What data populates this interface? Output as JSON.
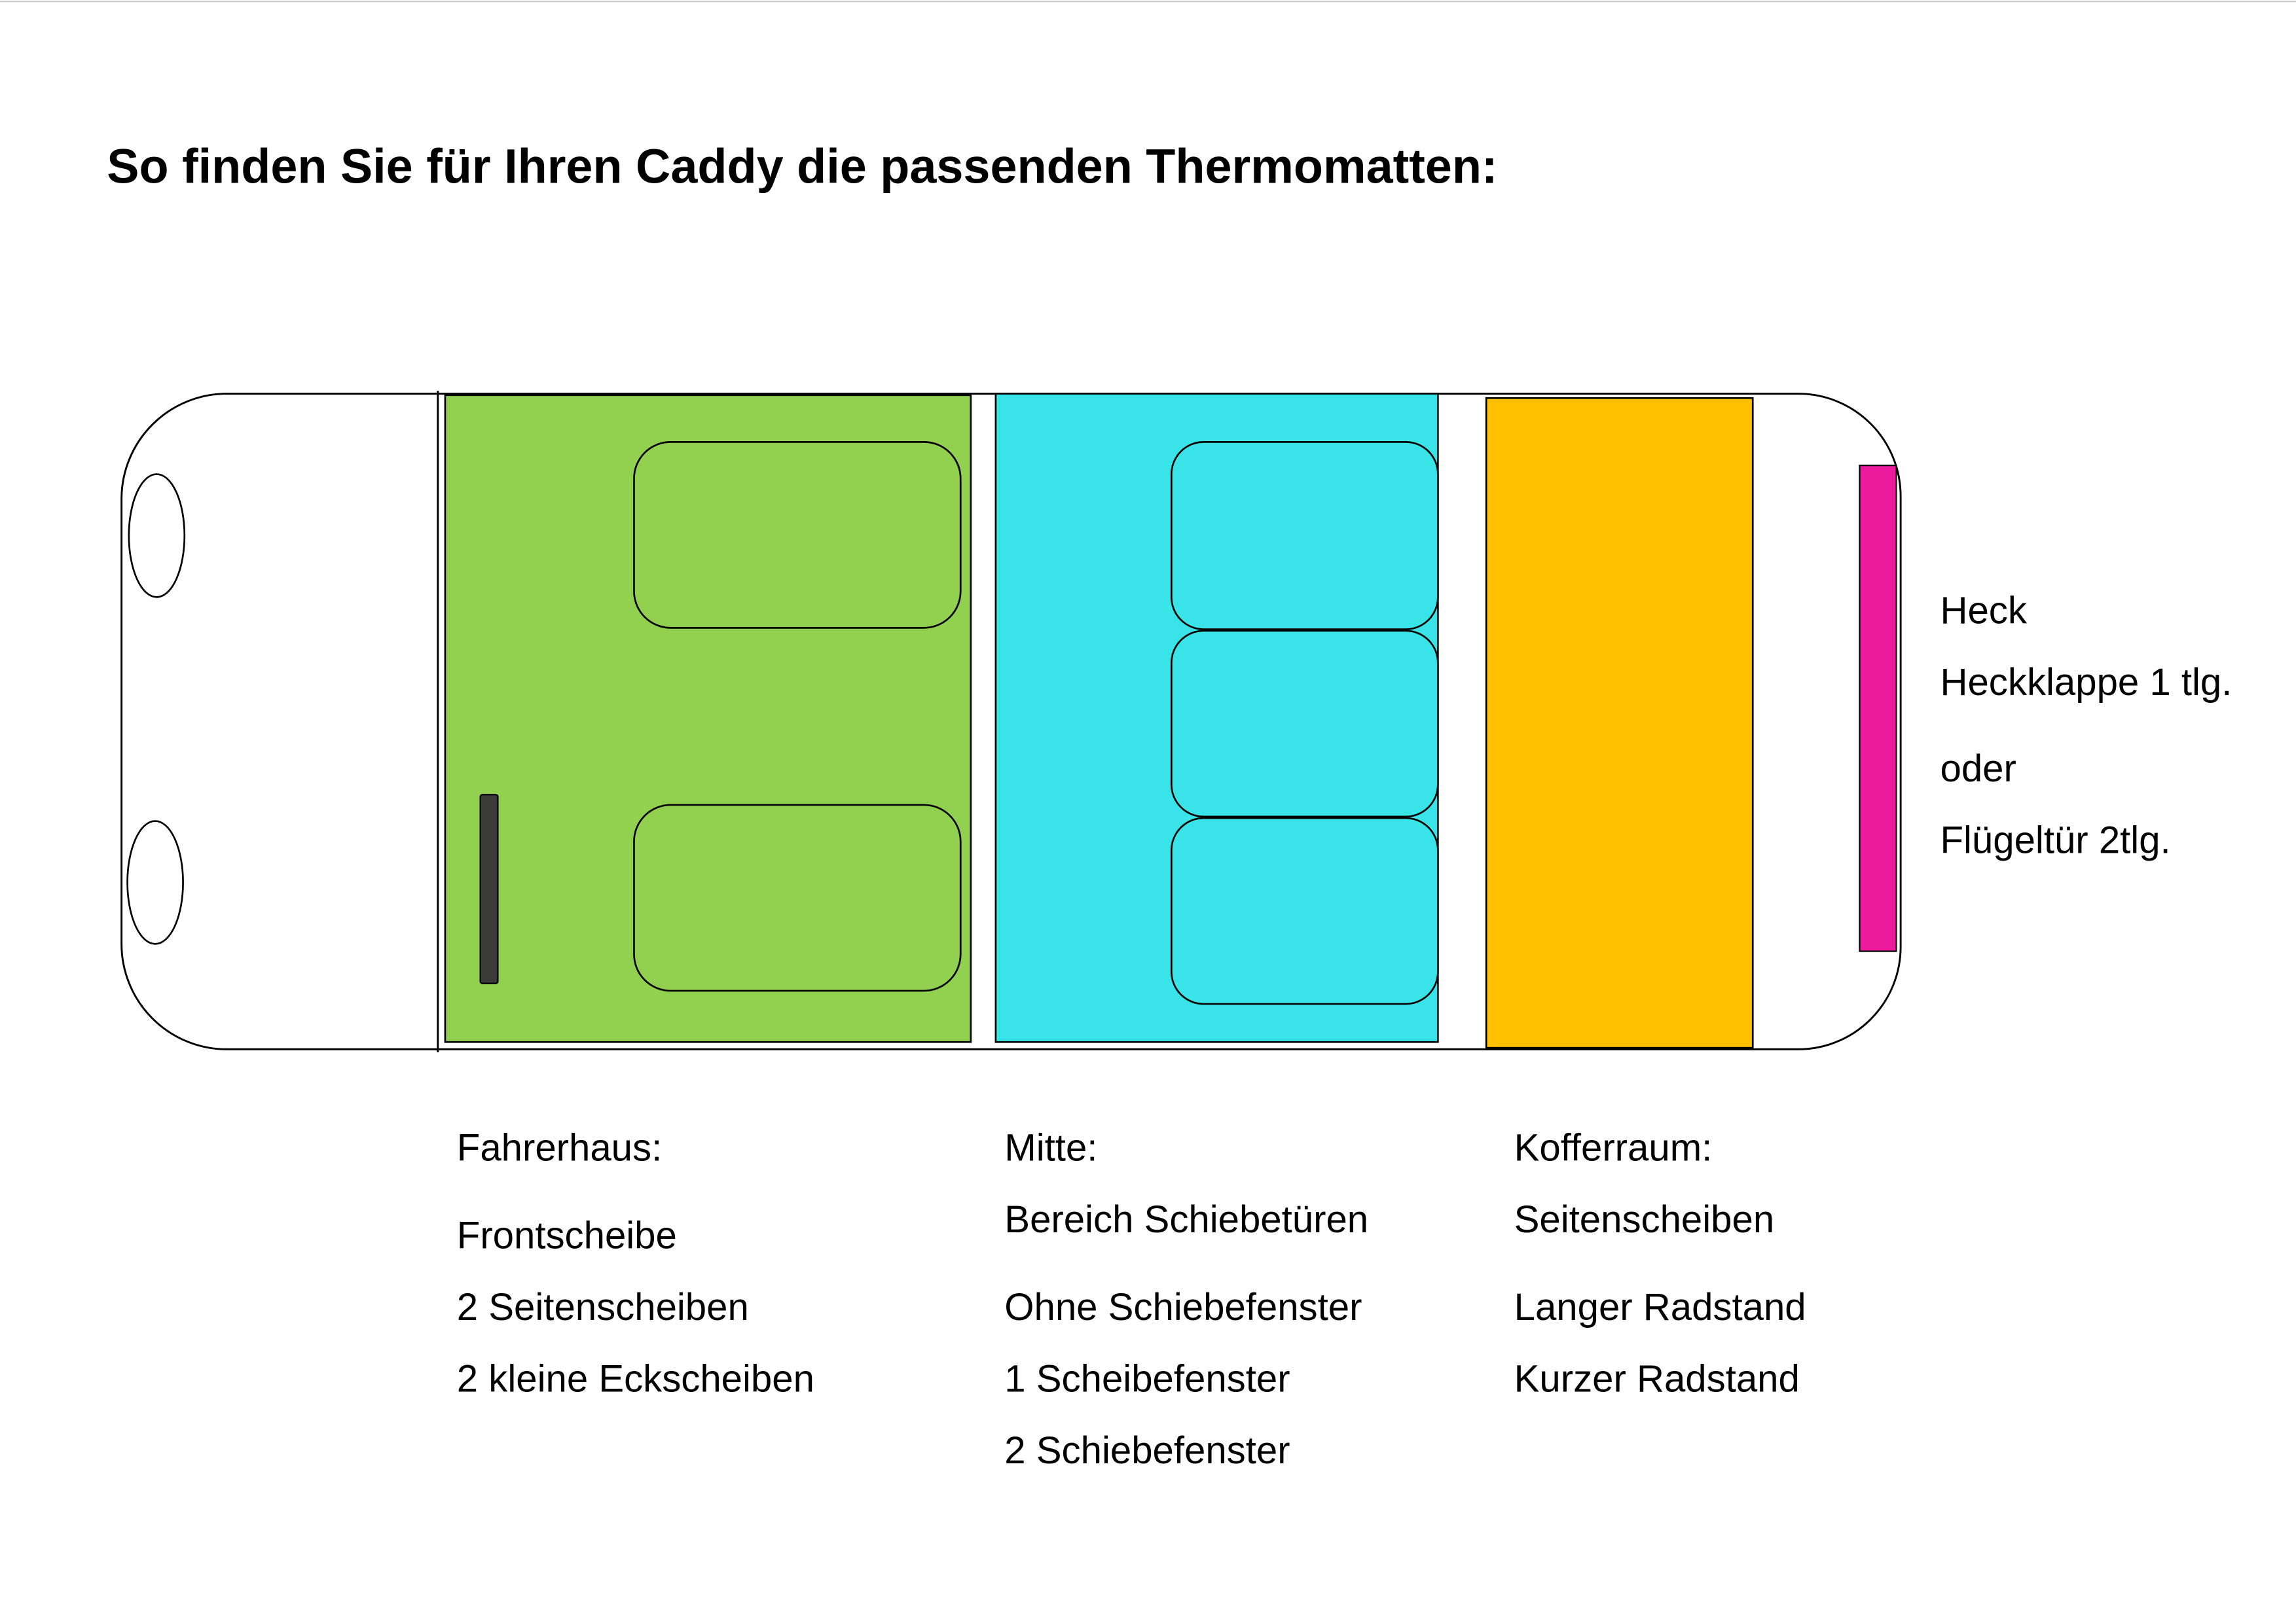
{
  "title": "So finden Sie für Ihren Caddy die passenden Thermomatten:",
  "colors": {
    "fahrerhaus": "#92d050",
    "mitte": "#38e4e8",
    "kofferraum": "#ffc000",
    "heck": "#ec1a9c",
    "handle": "#3b3b39"
  },
  "heck": {
    "heading": "Heck",
    "option1": "Heckklappe 1 tlg.",
    "or": "oder",
    "option2": "Flügeltür 2tlg."
  },
  "fahrerhaus": {
    "heading": "Fahrerhaus:",
    "items": [
      "Frontscheibe",
      "2 Seitenscheiben",
      "2 kleine Eckscheiben"
    ]
  },
  "mitte": {
    "heading": "Mitte:",
    "subheading": "Bereich Schiebetüren",
    "items": [
      "Ohne Schiebefenster",
      "1 Scheibefenster",
      "2 Schiebefenster"
    ]
  },
  "kofferraum": {
    "heading": "Kofferraum:",
    "subheading": "Seitenscheiben",
    "items": [
      "Langer Radstand",
      "Kurzer Radstand"
    ]
  }
}
